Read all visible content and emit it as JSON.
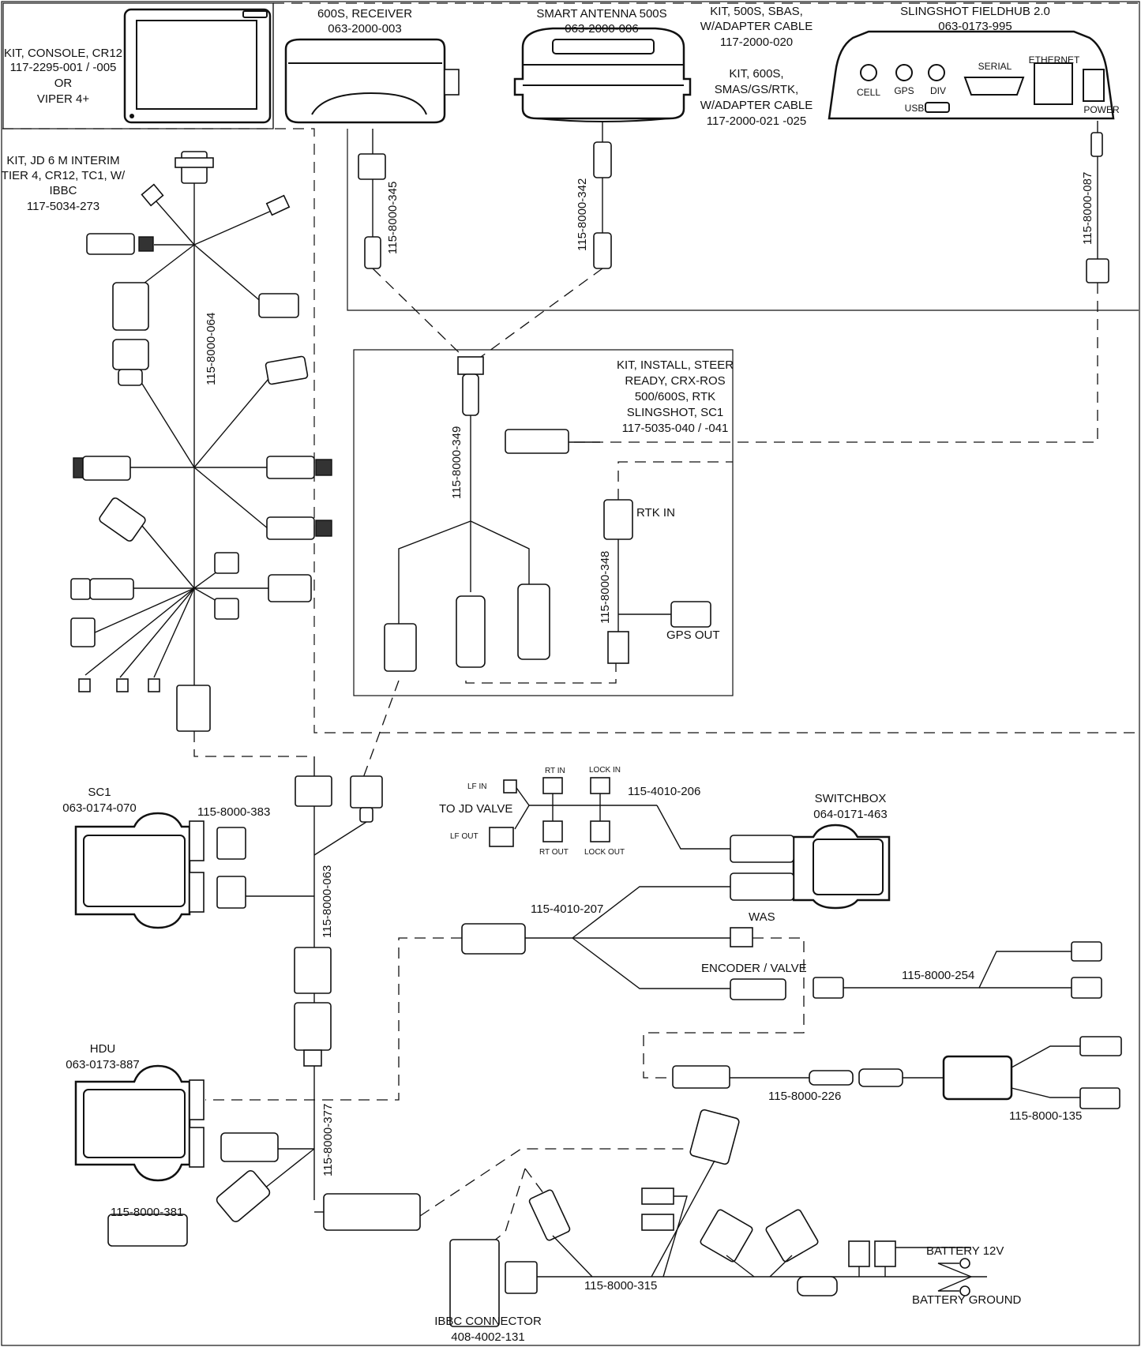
{
  "components": {
    "console_kit": [
      "KIT, CONSOLE, CR12",
      "117-2295-001 / -005",
      "OR",
      "VIPER 4+"
    ],
    "receiver": [
      "600S, RECEIVER",
      "063-2000-003"
    ],
    "smart_antenna": [
      "SMART ANTENNA 500S",
      "063-2000-006"
    ],
    "kit_500s": [
      "KIT, 500S, SBAS,",
      "W/ADAPTER CABLE",
      "117-2000-020"
    ],
    "kit_600s": [
      "KIT, 600S,",
      "SMAS/GS/RTK,",
      "W/ADAPTER CABLE",
      "117-2000-021 -025"
    ],
    "fieldhub": [
      "SLINGSHOT FIELDHUB 2.0",
      "063-0173-995"
    ],
    "fieldhub_ports": {
      "cell": "CELL",
      "gps": "GPS",
      "div": "DIV",
      "usb": "USB",
      "serial": "SERIAL",
      "ethernet": "ETHERNET",
      "power": "POWER"
    },
    "jd_kit": [
      "KIT, JD 6 M INTERIM",
      "TIER 4, CR12, TC1, W/",
      "IBBC",
      "117-5034-273"
    ],
    "steer_kit": [
      "KIT, INSTALL, STEER",
      "READY, CRX-ROS",
      "500/600S, RTK",
      "SLINGSHOT, SC1",
      "117-5035-040 / -041"
    ],
    "sc1": [
      "SC1",
      "063-0174-070"
    ],
    "switchbox": [
      "SWITCHBOX",
      "064-0171-463"
    ],
    "hdu": [
      "HDU",
      "063-0173-887"
    ],
    "ibbc": [
      "IBBC CONNECTOR",
      "408-4002-131"
    ]
  },
  "cables": {
    "c345": "115-8000-345",
    "c342": "115-8000-342",
    "c087": "115-8000-087",
    "c064": "115-8000-064",
    "c349": "115-8000-349",
    "c348": "115-8000-348",
    "c383": "115-8000-383",
    "c063": "115-8000-063",
    "c206": "115-4010-206",
    "c207": "115-4010-207",
    "c254": "115-8000-254",
    "c226": "115-8000-226",
    "c135": "115-8000-135",
    "c377": "115-8000-377",
    "c381": "115-8000-381",
    "c315": "115-8000-315"
  },
  "labels": {
    "rtk_in": "RTK IN",
    "gps_out": "GPS OUT",
    "to_jd_valve": "TO JD VALVE",
    "lf_in": "LF IN",
    "lf_out": "LF OUT",
    "rt_in": "RT IN",
    "rt_out": "RT OUT",
    "lock_in": "LOCK IN",
    "lock_out": "LOCK OUT",
    "was": "WAS",
    "encoder_valve": "ENCODER / VALVE",
    "battery_12v": "BATTERY 12V",
    "battery_ground": "BATTERY GROUND"
  }
}
